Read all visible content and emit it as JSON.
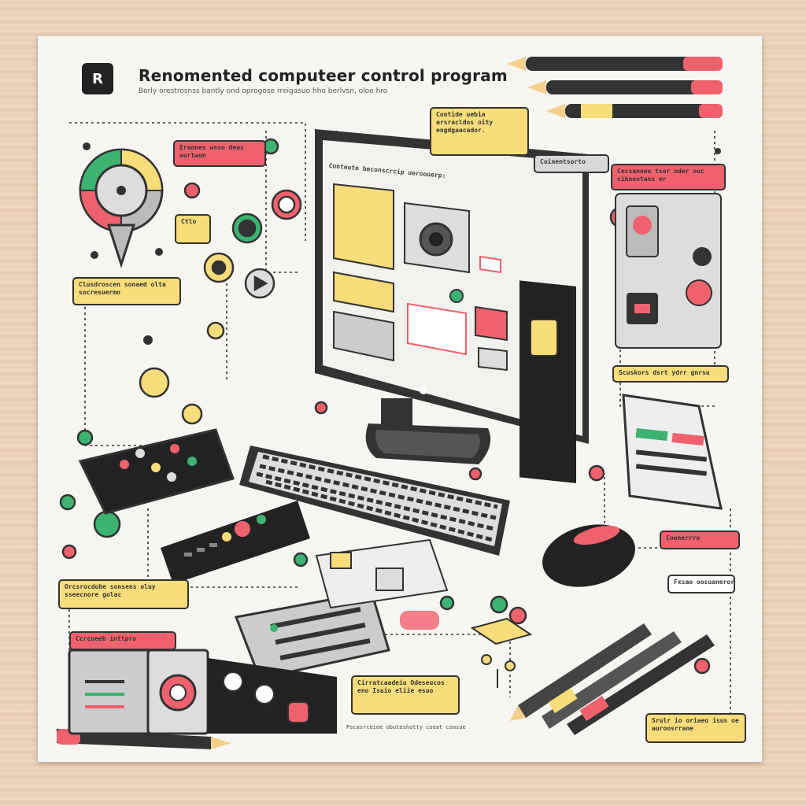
{
  "poster": {
    "logo_letter": "R",
    "title": "Renomented computeer control program",
    "subtitle": "Borly orestrosnss bantly ond oprogose rreigasuo hho berlvsn, oloe hro"
  },
  "callouts": {
    "speech_bubble": "Contide uebia arsracldos oity engdgaacador.",
    "top_left_red": "Erannes wsoo deas aurlwon",
    "yellow_small": "Ctlo",
    "left_yellow": "Clusdroscen sonaed olta socresuermo",
    "top_right_grey": "Coinentsorto",
    "right_red": "Cecsanoeu tsor oder ouc cikneotans er",
    "right_title": "Scuskors dsrt ydrr gnrsu",
    "red_button": "Coonerrro",
    "bottom_left_yellow": "Orcsrocdohe sonsens oluy sseecnore golac",
    "bottom_left_red": "Ccrcoeeb inttpro",
    "bottom_yellow_list": "Cirratcaadeiu Odeseucos eno Isuio eliie esuo",
    "right_speech": "Fxsao oosuaneror",
    "bottom_right_yellow": "Srulr io oriaeo isus oe auroosrrane",
    "monitor_header": "Conteote beconscrcip ueroouerp:",
    "bottom_caption": "Pscasrceioe obuteshotty coeat  coasue"
  }
}
